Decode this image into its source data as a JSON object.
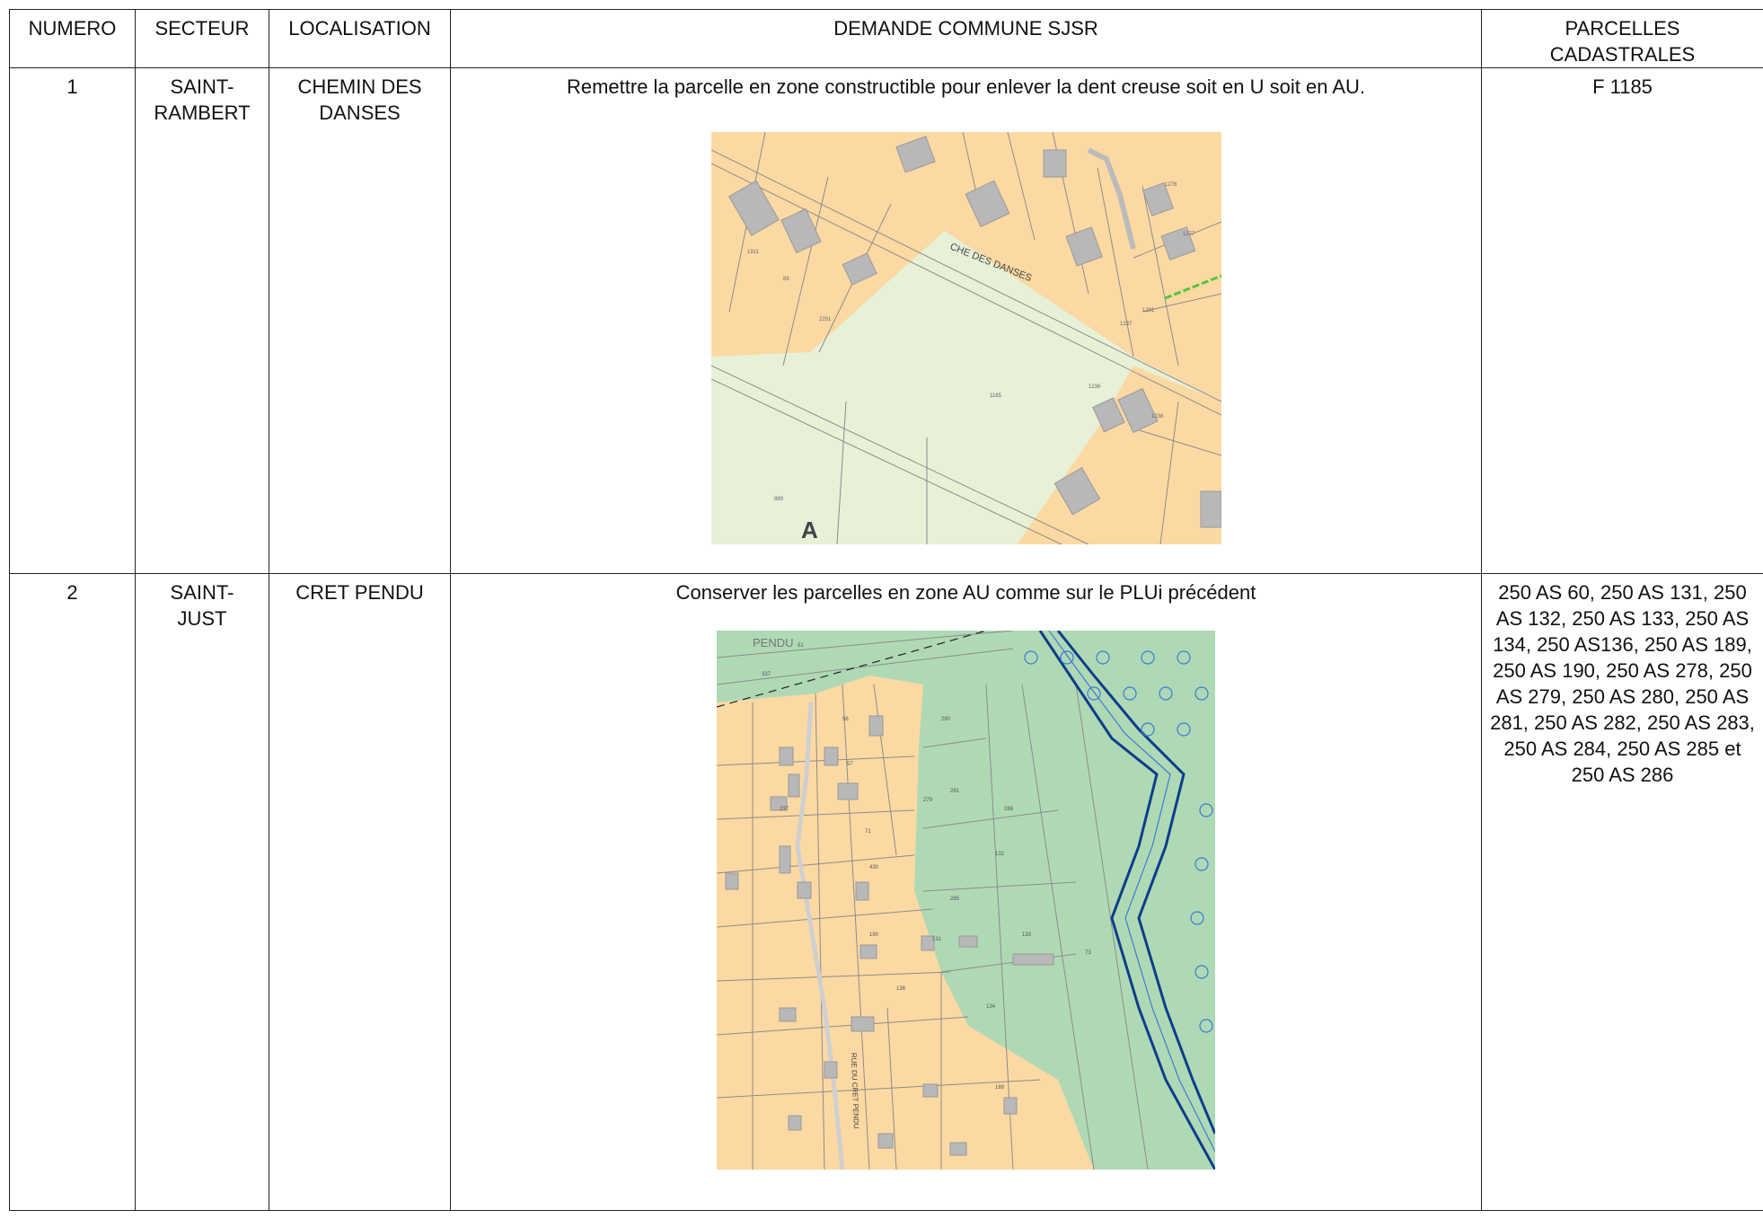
{
  "headers": {
    "numero": "NUMERO",
    "secteur": "SECTEUR",
    "localisation": "LOCALISATION",
    "demande": "DEMANDE COMMUNE SJSR",
    "parcelles": "PARCELLES CADASTRALES"
  },
  "rows": [
    {
      "numero": "1",
      "secteur": "SAINT-RAMBERT",
      "localisation": "CHEMIN DES DANSES",
      "demande": "Remettre la parcelle en zone constructible pour enlever la dent creuse soit en U soit en AU.",
      "parcelles": "F 1185",
      "map": {
        "road_label": "CHE DES DANSES",
        "zone_label": "A",
        "parcel_numbers": [
          "1185",
          "2251",
          "1911",
          "89",
          "1291",
          "1237",
          "1236",
          "889",
          "1276",
          "1277",
          "1238"
        ]
      }
    },
    {
      "numero": "2",
      "secteur": "SAINT-JUST",
      "localisation": "CRET PENDU",
      "demande": "Conserver les parcelles en zone AU comme sur le PLUi précédent",
      "parcelles": "250 AS 60, 250 AS 131, 250 AS 132, 250 AS 133, 250 AS 134, 250 AS136, 250 AS 189, 250 AS 190, 250 AS 278, 250 AS 279, 250 AS 280, 250 AS 281, 250 AS 282, 250 AS 283, 250 AS 284, 250 AS 285 et 250 AS 286",
      "map": {
        "place_label": "PENDU",
        "road_label": "RUE DU CRET PENDU",
        "parcel_numbers": [
          "51",
          "337",
          "56",
          "57",
          "280",
          "281",
          "279",
          "286",
          "71",
          "73",
          "132",
          "133",
          "134",
          "285",
          "131",
          "190",
          "189",
          "136",
          "237",
          "430"
        ]
      }
    }
  ],
  "colors": {
    "constructible_zone": "#fcd9a3",
    "agricultural_zone": "#e6f1d7",
    "natural_zone": "#afd9b4",
    "building": "#b8b8b8",
    "river": "#0d3d8c",
    "parcel_line": "#8c8c8c"
  }
}
